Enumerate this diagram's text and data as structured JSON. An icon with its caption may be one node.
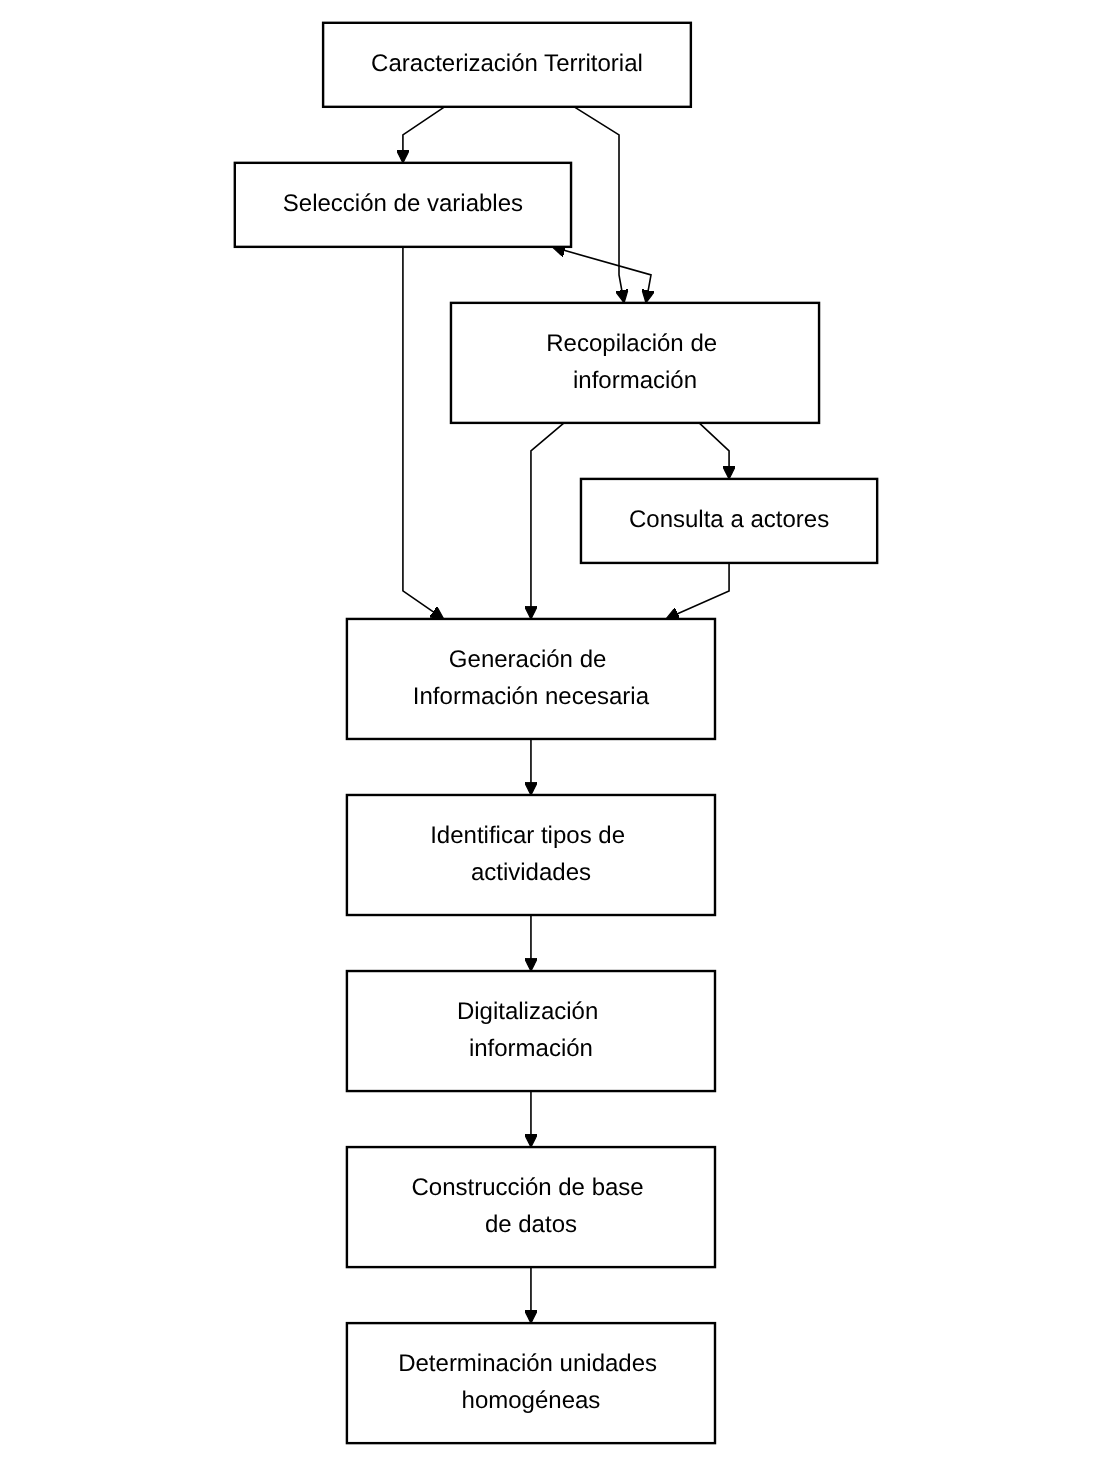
{
  "diagram": {
    "nodes": [
      {
        "text": [
          "Caracterización Territorial"
        ]
      },
      {
        "text": [
          "Selección de variables"
        ]
      },
      {
        "text": [
          "Recopilación de información"
        ]
      },
      {
        "text": [
          "Generación de Información necesaria"
        ]
      },
      {
        "text": [
          "Consulta a actores"
        ]
      },
      {
        "text": [
          "Identificar tipos de actividades"
        ]
      },
      {
        "text": [
          "Digitalización información"
        ]
      },
      {
        "text": [
          "Construcción de base de datos"
        ]
      },
      {
        "text": [
          "Determinación unidades homogéneas"
        ]
      }
    ],
    "edges": [
      {
        "from": 0,
        "to": 1,
        "arrow": "to"
      },
      {
        "from": 0,
        "to": 2,
        "arrow": "to"
      },
      {
        "from": 1,
        "to": 2,
        "arrow": "both"
      },
      {
        "from": 1,
        "to": 3,
        "arrow": "to"
      },
      {
        "from": 2,
        "to": 3,
        "arrow": "to"
      },
      {
        "from": 2,
        "to": 4,
        "arrow": "to"
      },
      {
        "from": 4,
        "to": 3,
        "arrow": "to"
      },
      {
        "from": 3,
        "to": 5,
        "arrow": "to"
      },
      {
        "from": 5,
        "to": 6,
        "arrow": "to"
      },
      {
        "from": 6,
        "to": 7,
        "arrow": "to"
      },
      {
        "from": 7,
        "to": 8,
        "arrow": "to"
      }
    ]
  }
}
